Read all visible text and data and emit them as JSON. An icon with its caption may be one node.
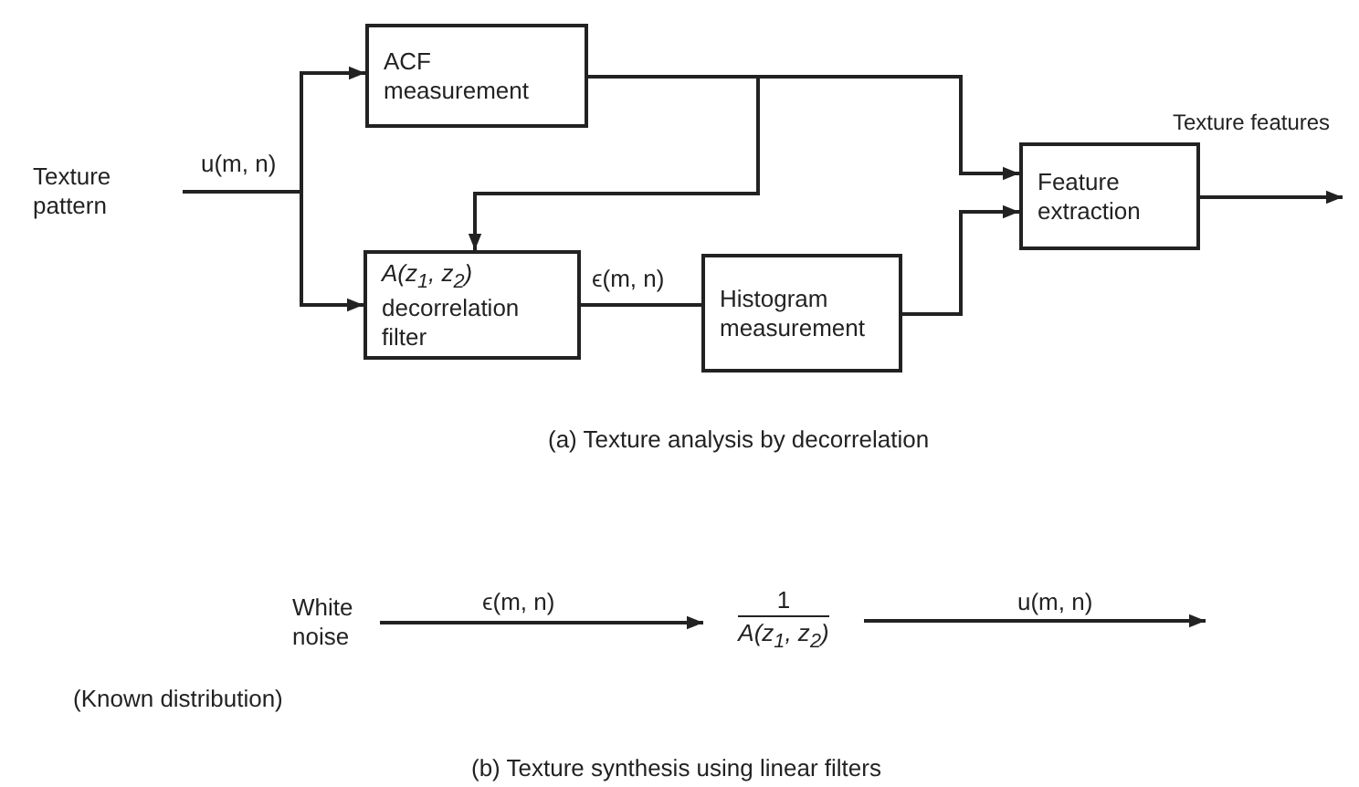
{
  "diagram": {
    "nodes": [
      {
        "text": [
          "Texture pattern"
        ]
      },
      {
        "text": [
          "ACF measurement"
        ]
      },
      {
        "text": [
          "A(z$_{1}$, z$_{2}$)",
          "decorrelation filter"
        ]
      },
      {
        "text": [
          "Histogram measurement"
        ]
      },
      {
        "text": [
          "Feature extraction"
        ]
      },
      {
        "text": [
          "White noise"
        ],
        "beside": [
          "(Known distribution)"
        ]
      },
      {
        "text": [
          "1",
          "A(z$_{1}$, z$_{2}$)"
        ]
      }
    ],
    "edges": [
      {
        "from": 0,
        "to": 1,
        "arrow": "to",
        "label": "u(m, n)"
      },
      {
        "from": 0,
        "to": 2,
        "arrow": "to"
      },
      {
        "from": 1,
        "to": 4,
        "arrow": "to"
      },
      {
        "from": 1,
        "to": 2,
        "arrow": "to"
      },
      {
        "from": 2,
        "to": 3,
        "arrow": "none",
        "label": "ϵ(m, n)"
      },
      {
        "from": 3,
        "to": 4,
        "arrow": "to"
      },
      {
        "from": 4,
        "to": null,
        "arrow": "to",
        "label": "Texture features"
      },
      {
        "from": 5,
        "to": 6,
        "arrow": "to",
        "label": "ϵ(m, n)"
      },
      {
        "from": 6,
        "to": null,
        "arrow": "to",
        "label": "u(m, n)"
      }
    ],
    "labels": [
      "(a)  Texture analysis by decorrelation",
      "(b)  Texture synthesis using linear filters"
    ]
  }
}
